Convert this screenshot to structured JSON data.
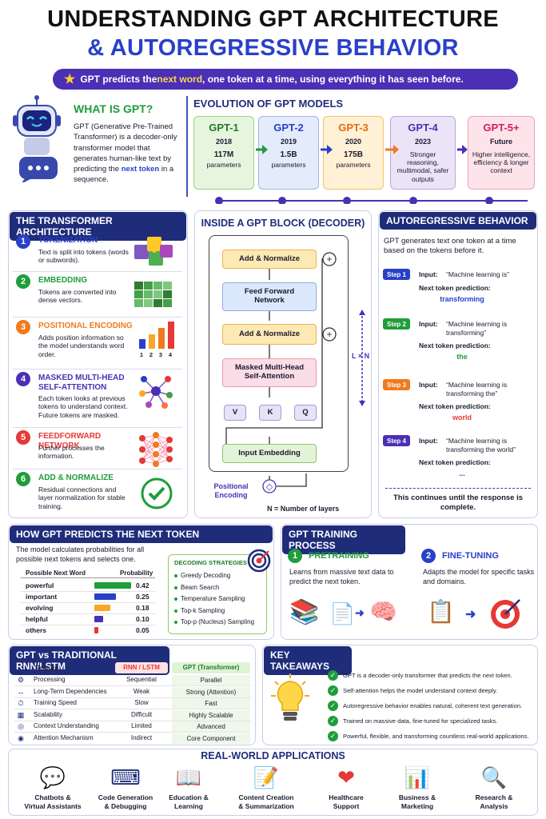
{
  "title_line1": "UNDERSTANDING GPT ARCHITECTURE",
  "title_line2": "& AUTOREGRESSIVE BEHAVIOR",
  "banner": {
    "pre": "GPT predicts the ",
    "hl": "next word",
    "post": ", one token at a time, using everything it has seen before."
  },
  "what": {
    "heading": "WHAT IS GPT?",
    "body": "GPT (Generative Pre-Trained Transformer) is a decoder-only transformer model that generates human-like text by predicting the ",
    "hl": "next token",
    "tail": " in a sequence."
  },
  "evolution": {
    "heading": "EVOLUTION OF GPT MODELS",
    "models": [
      {
        "name": "GPT-1",
        "year": "2018",
        "desc1": "117M",
        "desc2": "parameters"
      },
      {
        "name": "GPT-2",
        "year": "2019",
        "desc1": "1.5B",
        "desc2": "parameters"
      },
      {
        "name": "GPT-3",
        "year": "2020",
        "desc1": "175B",
        "desc2": "parameters"
      },
      {
        "name": "GPT-4",
        "year": "2023",
        "desc1": "Stronger reasoning, multimodal, safer outputs",
        "desc2": ""
      },
      {
        "name": "GPT-5+",
        "year": "Future",
        "desc1": "Higher intelligence, efficiency & longer context",
        "desc2": ""
      }
    ]
  },
  "transformer": {
    "heading": "THE TRANSFORMER ARCHITECTURE",
    "items": [
      {
        "n": "1",
        "title": "TOKENIZATION",
        "text": "Text is split into tokens (words or subwords)."
      },
      {
        "n": "2",
        "title": "EMBEDDING",
        "text": "Tokens are converted into dense vectors."
      },
      {
        "n": "3",
        "title": "POSITIONAL ENCODING",
        "text": "Adds position information so the model understands word order."
      },
      {
        "n": "4",
        "title": "MASKED MULTI-HEAD SELF-ATTENTION",
        "text": "Each token looks at previous tokens to understand context. Future tokens are masked."
      },
      {
        "n": "5",
        "title": "FEEDFORWARD NETWORK",
        "text": "Further processes the information."
      },
      {
        "n": "6",
        "title": "ADD & NORMALIZE",
        "text": "Residual connections and layer normalization for stable training."
      }
    ],
    "bar_labels": [
      "1",
      "2",
      "3",
      "4"
    ]
  },
  "block": {
    "heading": "INSIDE A GPT BLOCK (DECODER)",
    "add_norm": "Add & Normalize",
    "ffn": "Feed Forward Network",
    "attn": "Masked Multi-Head Self-Attention",
    "v": "V",
    "k": "K",
    "q": "Q",
    "embed": "Input Embedding",
    "pos": "Positional Encoding",
    "lxn": "L × N",
    "note": "N = Number of layers"
  },
  "auto": {
    "heading": "AUTOREGRESSIVE BEHAVIOR",
    "intro": "GPT generates text one token at a time based on the tokens before it.",
    "input_label": "Input:",
    "pred_label": "Next token prediction:",
    "steps": [
      {
        "label": "Step 1",
        "input": "“Machine learning is”",
        "pred": "transforming"
      },
      {
        "label": "Step 2",
        "input": "“Machine learning is transforming”",
        "pred": "the"
      },
      {
        "label": "Step 3",
        "input": "“Machine learning is transforming the”",
        "pred": "world"
      },
      {
        "label": "Step 4",
        "input": "“Machine learning is transforming the world”",
        "pred": "..."
      }
    ],
    "footer": "This continues until the response is complete."
  },
  "predict": {
    "heading": "HOW GPT PREDICTS THE NEXT TOKEN",
    "intro": "The model calculates probabilities for all possible next tokens and selects one.",
    "col1": "Possible Next Word",
    "col2": "Probability",
    "rows": [
      {
        "word": "powerful",
        "p": "0.42",
        "v": 0.42
      },
      {
        "word": "important",
        "p": "0.25",
        "v": 0.25
      },
      {
        "word": "evolving",
        "p": "0.18",
        "v": 0.18
      },
      {
        "word": "helpful",
        "p": "0.10",
        "v": 0.1
      },
      {
        "word": "others",
        "p": "0.05",
        "v": 0.05
      }
    ],
    "strategies_heading": "DECODING STRATEGIES",
    "strategies": [
      "Greedy Decoding",
      "Beam Search",
      "Temperature Sampling",
      "Top-k Sampling",
      "Top-p (Nucleus) Sampling"
    ]
  },
  "training": {
    "heading": "GPT TRAINING PROCESS",
    "pre_title": "PRETRAINING",
    "pre_text": "Learns from massive text data to predict the next token.",
    "fine_title": "FINE-TUNING",
    "fine_text": "Adapts the model for specific tasks and domains."
  },
  "compare": {
    "heading": "GPT vs TRADITIONAL RNN/LSTM",
    "h_feature": "Feature",
    "h_rnn": "RNN / LSTM",
    "h_gpt": "GPT (Transformer)",
    "rows": [
      {
        "icon": "⚙",
        "f": "Processing",
        "r": "Sequential",
        "g": "Parallel"
      },
      {
        "icon": "↔",
        "f": "Long-Term Dependencies",
        "r": "Weak",
        "g": "Strong (Attention)"
      },
      {
        "icon": "⏱",
        "f": "Training Speed",
        "r": "Slow",
        "g": "Fast"
      },
      {
        "icon": "▦",
        "f": "Scalability",
        "r": "Difficult",
        "g": "Highly Scalable"
      },
      {
        "icon": "◎",
        "f": "Context Understanding",
        "r": "Limited",
        "g": "Advanced"
      },
      {
        "icon": "◉",
        "f": "Attention Mechanism",
        "r": "Indirect",
        "g": "Core Component"
      }
    ]
  },
  "takeaways": {
    "heading": "KEY TAKEAWAYS",
    "items": [
      "GPT is a decoder-only transformer that predicts the next token.",
      "Self-attention helps the model understand context deeply.",
      "Autoregressive behavior enables natural, coherent text generation.",
      "Trained on massive data, fine-tuned for specialized tasks.",
      "Powerful, flexible, and transforming countless real-world applications."
    ]
  },
  "apps": {
    "heading": "REAL-WORLD APPLICATIONS",
    "items": [
      {
        "icon": "💬",
        "l1": "Chatbots &",
        "l2": "Virtual Assistants"
      },
      {
        "icon": "⌨",
        "l1": "Code Generation",
        "l2": "& Debugging"
      },
      {
        "icon": "📖",
        "l1": "Education &",
        "l2": "Learning"
      },
      {
        "icon": "📝",
        "l1": "Content Creation",
        "l2": "& Summarization"
      },
      {
        "icon": "❤",
        "l1": "Healthcare",
        "l2": "Support"
      },
      {
        "icon": "📊",
        "l1": "Business &",
        "l2": "Marketing"
      },
      {
        "icon": "🔍",
        "l1": "Research &",
        "l2": "Analysis"
      }
    ]
  },
  "colors": {
    "navy": "#1f2c7a",
    "blue": "#2940c8",
    "green": "#1f9d3a",
    "orange": "#f07a1d",
    "purple": "#4b2fb5",
    "red": "#e53935"
  }
}
